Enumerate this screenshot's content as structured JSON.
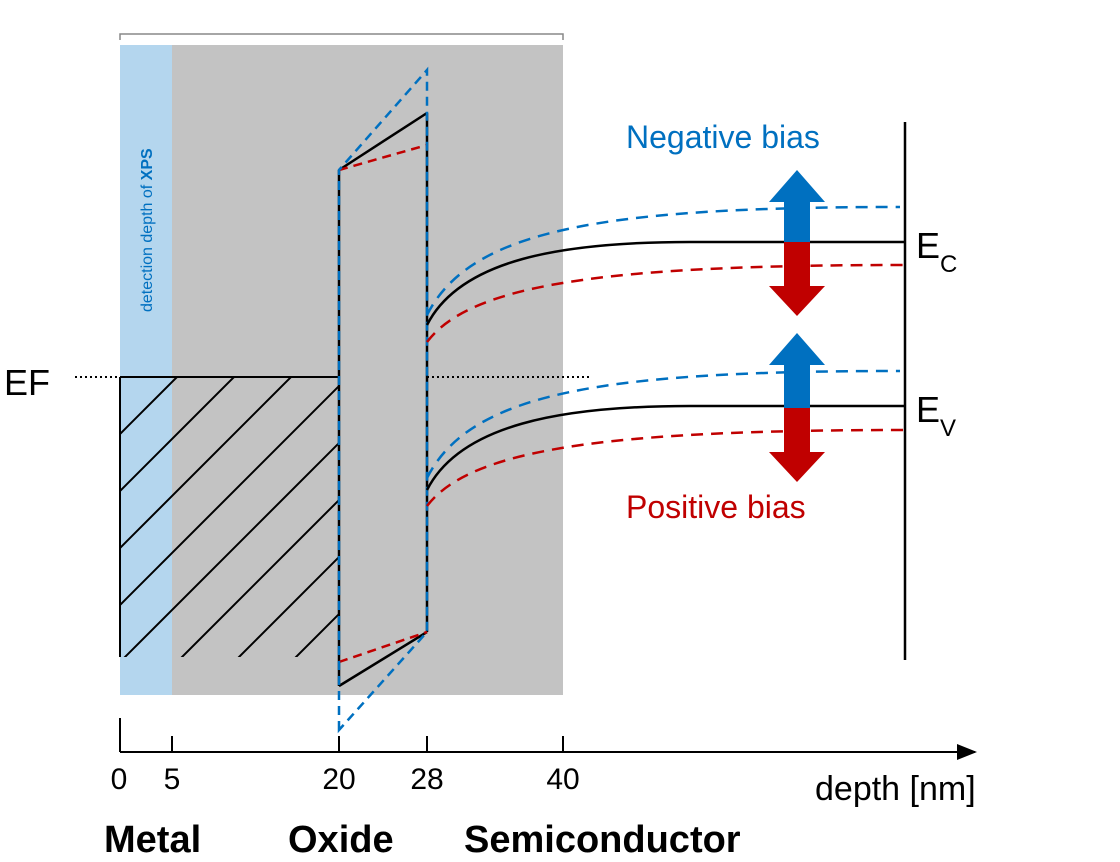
{
  "labels": {
    "xps": "detection depth of ",
    "xps_bold": "XPS",
    "ef": "EF",
    "ec_main": "E",
    "ec_sub": "C",
    "ev_main": "E",
    "ev_sub": "V",
    "negative_bias": "Negative bias",
    "positive_bias": "Positive bias",
    "axis_label": "depth [nm]",
    "metal": "Metal",
    "oxide": "Oxide",
    "semiconductor": "Semiconductor"
  },
  "ticks": [
    "0",
    "5",
    "20",
    "28",
    "40"
  ],
  "colors": {
    "blue": "#0070c0",
    "red": "#c00000",
    "gray": "#c3c3c3",
    "lightblue": "#b4d6ee"
  }
}
